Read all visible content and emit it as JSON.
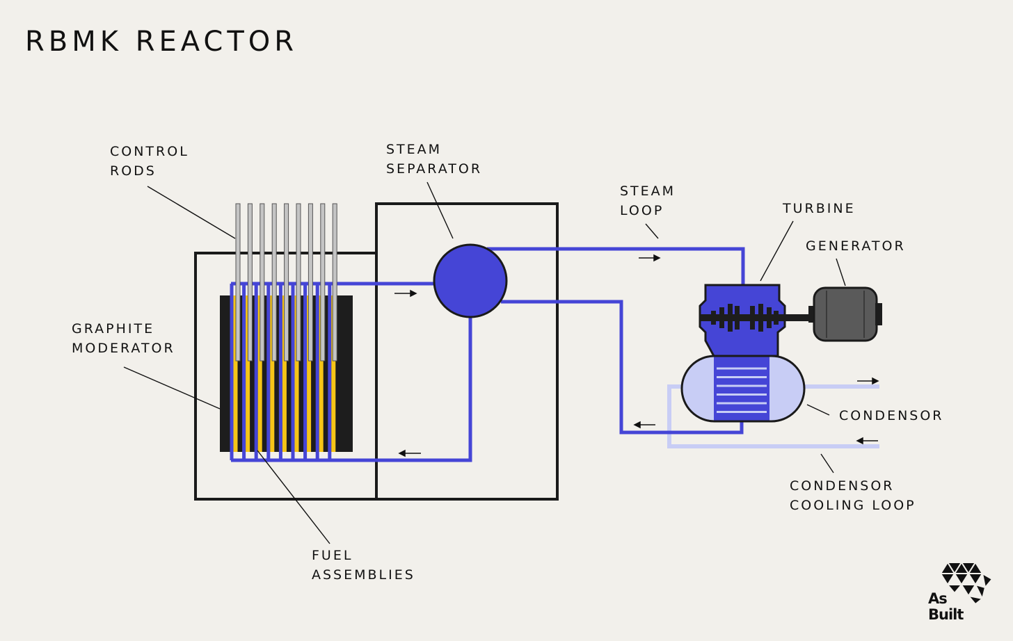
{
  "title": "RBMK REACTOR",
  "labels": {
    "control_rods": [
      "CONTROL",
      "RODS"
    ],
    "steam_separator": [
      "STEAM",
      "SEPARATOR"
    ],
    "steam_loop": [
      "STEAM",
      "LOOP"
    ],
    "turbine": [
      "TURBINE"
    ],
    "generator": [
      "GENERATOR"
    ],
    "graphite_moderator": [
      "GRAPHITE",
      "MODERATOR"
    ],
    "condensor": [
      "CONDENSOR"
    ],
    "condensor_cooling_loop": [
      "CONDENSOR",
      "COOLING LOOP"
    ],
    "fuel_assemblies": [
      "FUEL",
      "ASSEMBLIES"
    ]
  },
  "logo": {
    "line1": "As",
    "line2": "Built"
  },
  "colors": {
    "background": "#f2f0eb",
    "steam_loop": "#4545d6",
    "cooling_loop": "#c8cdf5",
    "condensor_body": "#c8cdf5",
    "fuel": "#f5c518",
    "moderator": "#1d1d1d",
    "control_rod": "#c4c4c4",
    "generator": "#5a5a5a",
    "outline": "#1a1a1a"
  }
}
